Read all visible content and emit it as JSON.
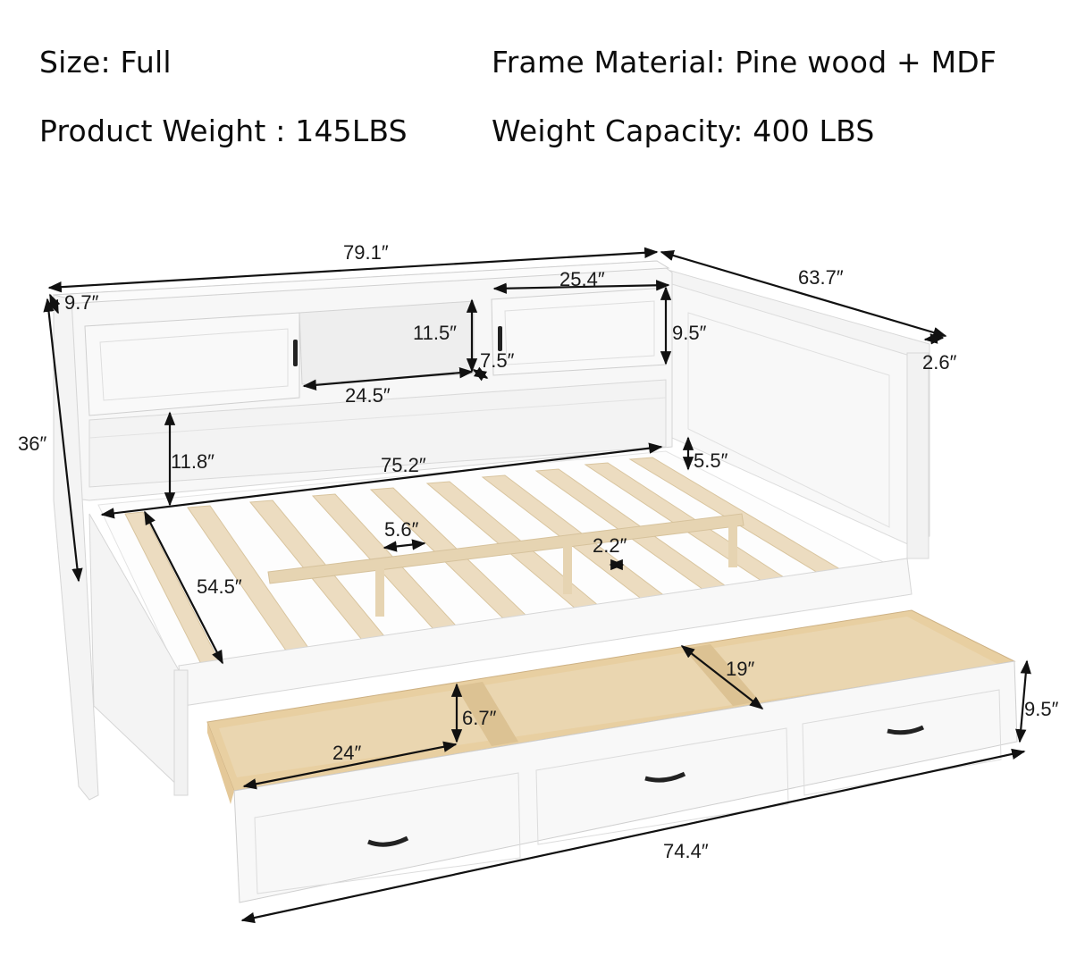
{
  "specs": {
    "size": "Size: Full",
    "frame_material": "Frame Material: Pine wood + MDF",
    "product_weight": "Product Weight : 145LBS",
    "weight_capacity": "Weight Capacity: 400 LBS"
  },
  "dimensions": {
    "overall_length": "79.1″",
    "overall_width": "63.7″",
    "overall_height": "36″",
    "headboard_depth": "9.7″",
    "side_post_width": "2.6″",
    "cabinet_width": "25.4″",
    "cabinet_height": "9.5″",
    "open_shelf_height": "11.5″",
    "shelf_depth": "7.5″",
    "open_shelf_width": "24.5″",
    "backrest_height": "11.8″",
    "slat_length": "75.2″",
    "side_rail_gap": "5.5″",
    "slat_spacing": "5.6″",
    "slat_width": "2.2″",
    "mattress_width": "54.5″",
    "drawer_compartment_depth": "19″",
    "drawer_height": "9.5″",
    "drawer_inner_height": "6.7″",
    "drawer_compartment_width": "24″",
    "drawer_length": "74.4″"
  },
  "colors": {
    "frame_white": "#f7f7f7",
    "frame_shade": "#e6e6e6",
    "slat_wood": "#ecdcc0",
    "drawer_wood": "#e8cfa1",
    "handle": "#222222",
    "arrow": "#111111"
  }
}
